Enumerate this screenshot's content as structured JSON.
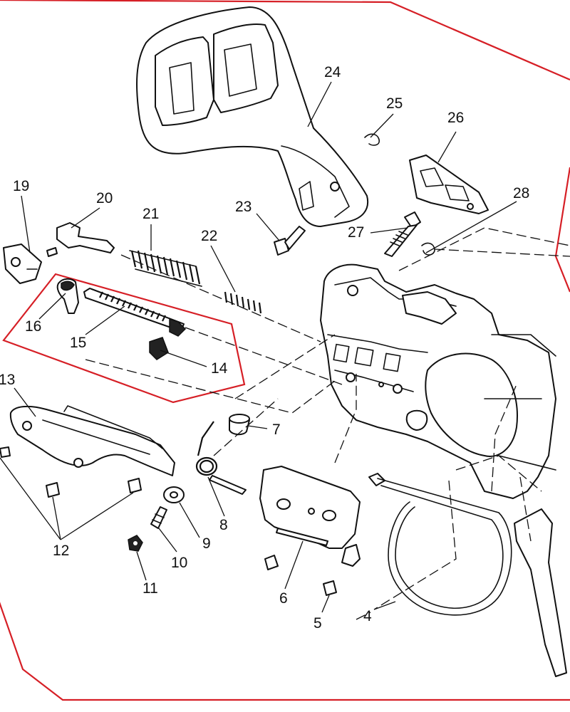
{
  "callouts": {
    "c4": "4",
    "c5": "5",
    "c6": "6",
    "c7": "7",
    "c8": "8",
    "c9": "9",
    "c10": "10",
    "c11": "11",
    "c12": "12",
    "c13": "13",
    "c14": "14",
    "c15": "15",
    "c16": "16",
    "c19": "19",
    "c20": "20",
    "c21": "21",
    "c22": "22",
    "c23": "23",
    "c24": "24",
    "c25": "25",
    "c26": "26",
    "c27": "27",
    "c28": "28"
  },
  "colors": {
    "highlight_border": "#d61f26",
    "line_art": "#111111",
    "background": "#ffffff"
  }
}
